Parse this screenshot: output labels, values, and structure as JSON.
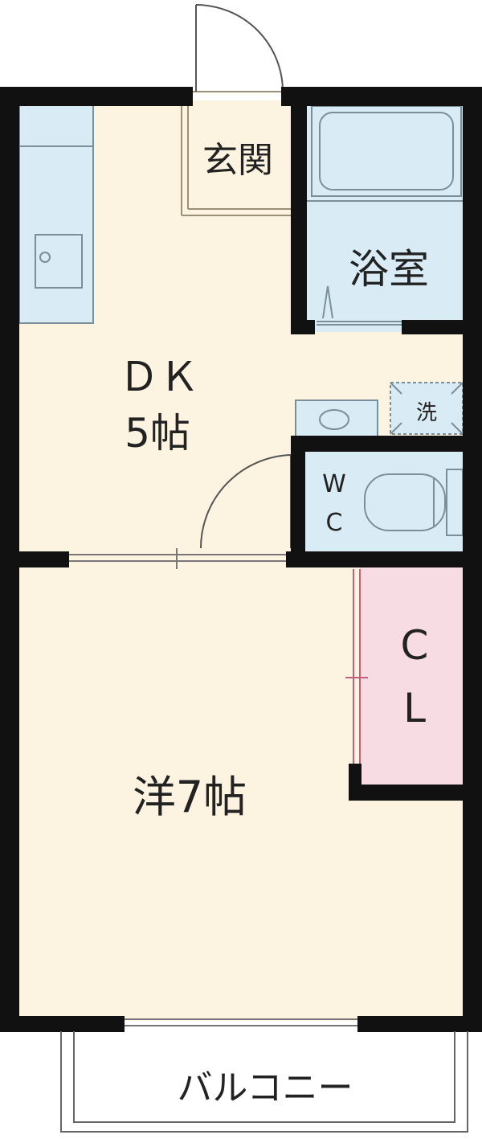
{
  "rooms": {
    "entrance": "玄関",
    "bath": "浴室",
    "dk_type": "ＤＫ",
    "dk_size": "5帖",
    "washer": "洗",
    "wc_w": "W",
    "wc_c": "C",
    "closet_c": "C",
    "closet_l": "L",
    "western": "洋7帖",
    "balcony": "バルコニー"
  },
  "colors": {
    "floor": "#fdf3e1",
    "wet_area": "#d9ecf5",
    "closet": "#f7dce4",
    "wall": "#111111"
  }
}
